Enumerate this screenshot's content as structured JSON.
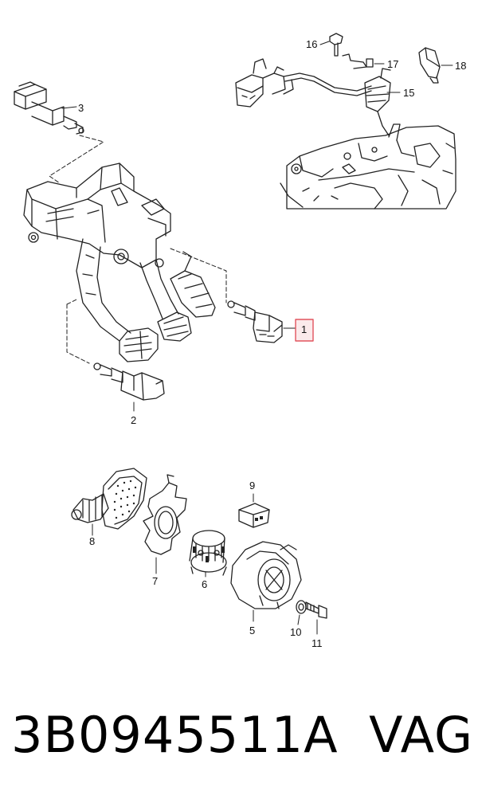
{
  "callouts": {
    "c1": "1",
    "c2": "2",
    "c3": "3",
    "c5": "5",
    "c6": "6",
    "c7": "7",
    "c8": "8",
    "c9": "9",
    "c10": "10",
    "c11": "11",
    "c15": "15",
    "c16": "16",
    "c17": "17",
    "c18": "18"
  },
  "highlight_color": "#e2545e",
  "footer": {
    "part_number": "3B0945511A",
    "brand": "VAG"
  }
}
